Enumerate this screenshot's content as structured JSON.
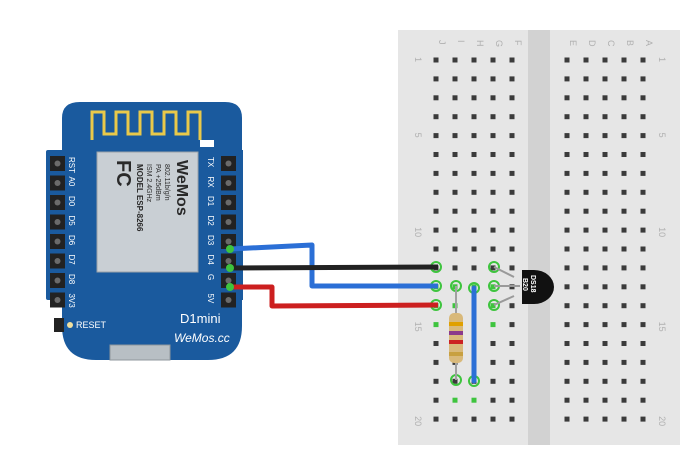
{
  "board": {
    "pins_left": [
      "RST",
      "A0",
      "D0",
      "D5",
      "D6",
      "D7",
      "D8",
      "3V3"
    ],
    "pins_right": [
      "TX",
      "RX",
      "D1",
      "D2",
      "D3",
      "D4",
      "G",
      "5V"
    ],
    "reset_label": "RESET",
    "model_line1": "D1mini",
    "model_line2": "WeMos.cc",
    "fcc_logo": "FC",
    "module_brand": "WeMos",
    "module_specs": [
      "MODEL  ESP-8266",
      "ISM 2.4GHz",
      "PA +25dBm",
      "802.11b/g/n"
    ],
    "colors": {
      "pcb": "#1a5a9e",
      "module": "#c9cfd4",
      "antenna": "#e9c94a"
    }
  },
  "breadboard": {
    "column_letters_left": [
      "J",
      "I",
      "H",
      "G",
      "F"
    ],
    "column_letters_right": [
      "E",
      "D",
      "C",
      "B",
      "A"
    ],
    "row_numbers": [
      "1",
      "5",
      "10",
      "15",
      "20"
    ],
    "colors": {
      "body": "#e6e6e6",
      "hole": "#3b3b3b",
      "active_hole": "#3ec43e"
    }
  },
  "sensor": {
    "marking": [
      "DS18",
      "B20"
    ],
    "icon": "to92-sensor-icon"
  },
  "resistor": {
    "icon": "resistor-icon"
  },
  "wires": [
    {
      "name": "blue-data-wire",
      "from_pin": "D4",
      "color": "#2b6fd6"
    },
    {
      "name": "black-ground-wire",
      "from_pin": "G",
      "color": "#222222"
    },
    {
      "name": "red-power-wire",
      "from_pin": "5V",
      "color": "#cc1f1f"
    },
    {
      "name": "blue-jumper-wire",
      "color": "#2b6fd6"
    }
  ]
}
